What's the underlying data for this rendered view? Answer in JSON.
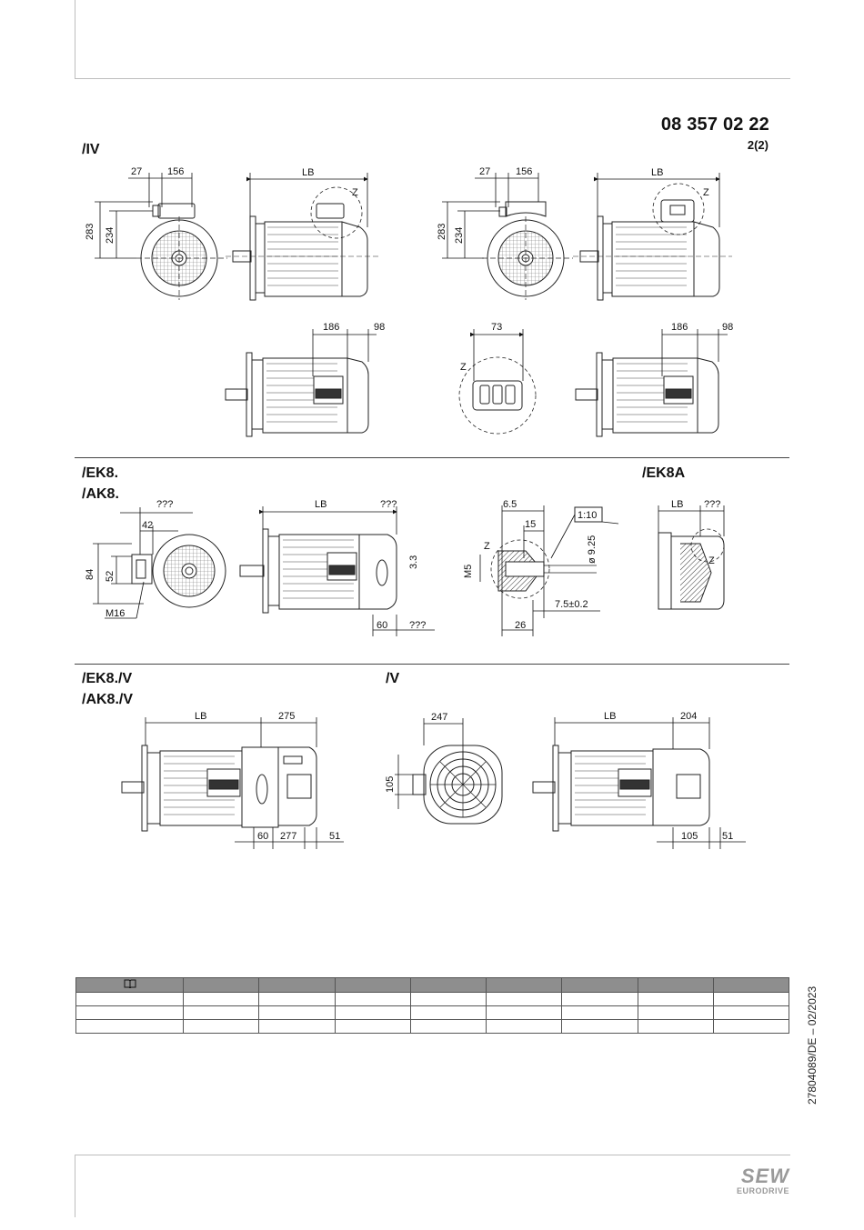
{
  "header": {
    "doc_number": "08 357 02 22",
    "page": "2(2)"
  },
  "sections": {
    "iv": "/IV",
    "ek8": "/EK8.",
    "ak8": "/AK8.",
    "ek8a": "/EK8A",
    "ek8v": "/EK8./V",
    "ak8v": "/AK8./V",
    "v": "/V"
  },
  "dims": {
    "d27": "27",
    "d156": "156",
    "d283": "283",
    "d234": "234",
    "lb": "LB",
    "z": "Z",
    "d186": "186",
    "d98": "98",
    "d73": "73",
    "q": "???",
    "d42": "42",
    "d84": "84",
    "d52": "52",
    "m16": "M16",
    "d33": "3.3",
    "d60": "60",
    "d65": "6.5",
    "d15": "15",
    "ratio": "1:10",
    "d925": "ø 9.25",
    "m5": "M5",
    "d75": "7.5±0.2",
    "d26": "26",
    "d275": "275",
    "d277": "277",
    "d51": "51",
    "d247": "247",
    "d105": "105",
    "d204": "204"
  },
  "table": {
    "icon": "book-icon",
    "columns": 9,
    "rows": 3
  },
  "footer": {
    "vertical_text": "27804089/DE – 02/2023",
    "logo_top": "SEW",
    "logo_bottom": "EURODRIVE"
  }
}
